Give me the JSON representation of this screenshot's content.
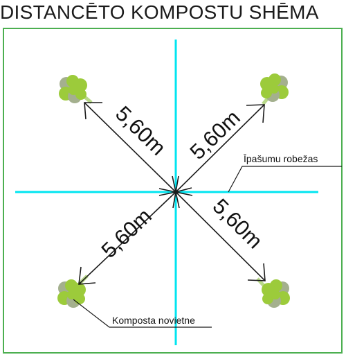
{
  "title": "DISTANCĒTO KOMPOSTU SHĒMA",
  "distances": [
    "5,60m",
    "5,60m",
    "5,60m",
    "5,60m"
  ],
  "labels": {
    "property_boundary": "Īpašumu robežas",
    "compost_placement": "Komposta novietne"
  },
  "colors": {
    "frame": "#4caf50",
    "axis": "#00e5f0",
    "arrow": "#1a1a1a",
    "leaf_light": "#9ccb3b",
    "leaf_gray": "#a4b08e",
    "leaf_stem": "#b9d98a"
  },
  "icons": [
    "clover-icon",
    "clover-icon",
    "clover-icon",
    "clover-icon"
  ]
}
